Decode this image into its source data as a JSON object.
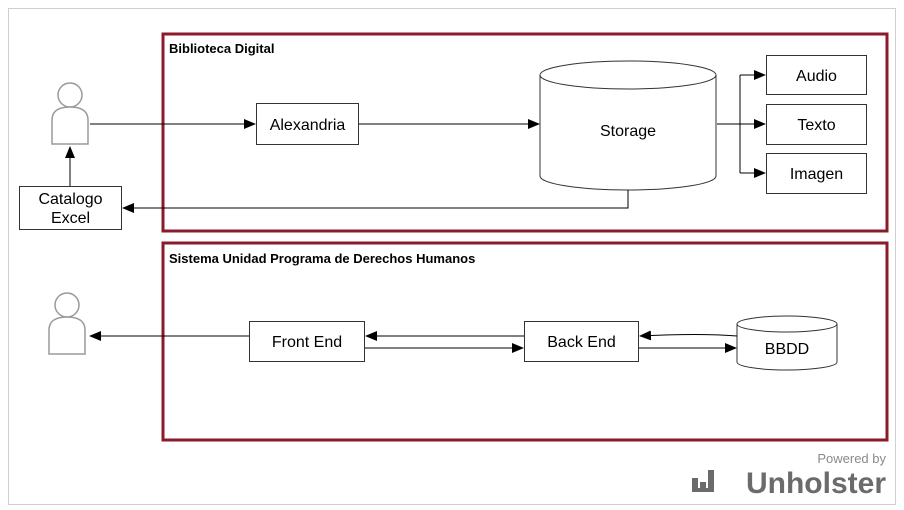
{
  "groups": {
    "biblioteca": {
      "title": "Biblioteca Digital"
    },
    "sistema": {
      "title": "Sistema Unidad Programa de Derechos Humanos"
    }
  },
  "nodes": {
    "alexandria": "Alexandria",
    "storage": "Storage",
    "audio": "Audio",
    "texto": "Texto",
    "imagen": "Imagen",
    "catalogo_line1": "Catalogo",
    "catalogo_line2": "Excel",
    "front_end": "Front End",
    "back_end": "Back End",
    "bbdd": "BBDD"
  },
  "branding": {
    "powered_by": "Powered by",
    "brand": "Unholster"
  },
  "colors": {
    "group_border": "#8b1a2b",
    "node_border": "#333333",
    "user_icon": "#9a9a9a",
    "brand": "#6b6b6b"
  }
}
